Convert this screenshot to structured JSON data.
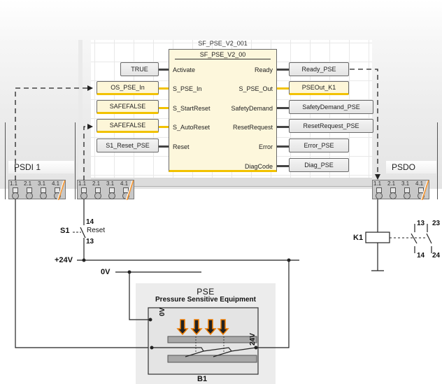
{
  "function_block": {
    "instance_name": "SF_PSE_V2_001",
    "type_name": "SF_PSE_V2_00",
    "inputs": [
      {
        "pin": "Activate",
        "variable": "TRUE",
        "kind": "standard"
      },
      {
        "pin": "S_PSE_In",
        "variable": "OS_PSE_In",
        "kind": "safe"
      },
      {
        "pin": "S_StartReset",
        "variable": "SAFEFALSE",
        "kind": "safe"
      },
      {
        "pin": "S_AutoReset",
        "variable": "SAFEFALSE",
        "kind": "safe"
      },
      {
        "pin": "Reset",
        "variable": "S1_Reset_PSE",
        "kind": "standard"
      }
    ],
    "outputs": [
      {
        "pin": "Ready",
        "variable": "Ready_PSE",
        "kind": "standard"
      },
      {
        "pin": "S_PSE_Out",
        "variable": "PSEOut_K1",
        "kind": "safe"
      },
      {
        "pin": "SafetyDemand",
        "variable": "SafetyDemand_PSE",
        "kind": "standard"
      },
      {
        "pin": "ResetRequest",
        "variable": "ResetRequest_PSE",
        "kind": "standard"
      },
      {
        "pin": "Error",
        "variable": "Error_PSE",
        "kind": "standard"
      },
      {
        "pin": "DiagCode",
        "variable": "Diag_PSE",
        "kind": "standard"
      }
    ]
  },
  "io_modules": {
    "psdi": {
      "label": "PSDI 1",
      "terminals": [
        "1.1",
        "2.1",
        "3.1",
        "4.1"
      ]
    },
    "psdi2": {
      "terminals": [
        "1.1",
        "2.1",
        "3.1",
        "4.1"
      ]
    },
    "psdo": {
      "label": "PSDO",
      "terminals": [
        "1.1",
        "2.1",
        "3.1",
        "4.1"
      ]
    }
  },
  "circuit": {
    "s1": {
      "name": "S1",
      "label": "Reset",
      "pin_top": "14",
      "pin_bottom": "13"
    },
    "supply_24v": "+24V",
    "supply_0v": "0V",
    "k1": {
      "name": "K1",
      "contacts": [
        "13",
        "23",
        "14",
        "24"
      ]
    },
    "pse": {
      "title": "PSE",
      "subtitle": "Pressure Sensitive Equipment",
      "pin_0v": "0V",
      "pin_24v": "24V",
      "designation": "B1"
    }
  },
  "colors": {
    "safe_accent": "#f2c200",
    "safe_fill": "#fdf6d8",
    "arrow_orange": "#f07d00"
  }
}
